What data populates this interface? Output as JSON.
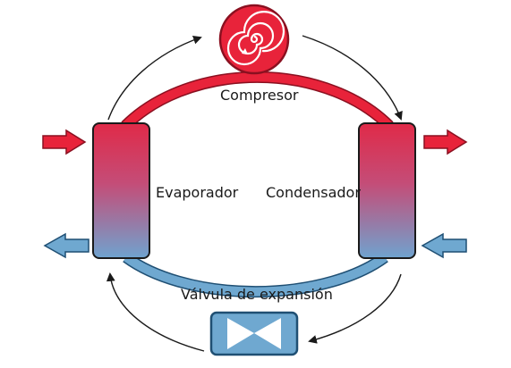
{
  "diagram": {
    "components": {
      "compressor": {
        "label": "Compresor"
      },
      "evaporator": {
        "label": "Evaporador"
      },
      "condenser": {
        "label": "Condensador"
      },
      "expansion_valve": {
        "label": "Válvula de expansión"
      }
    },
    "colors": {
      "hot": "#e8233a",
      "hot_stroke": "#8a1020",
      "cold": "#6fa8d0",
      "cold_stroke": "#1f4f73",
      "outline": "#1a1a1a"
    },
    "icons": {
      "compressor": "spiral-icon",
      "valve": "bowtie-valve-icon",
      "flow": "arrow-icon"
    }
  }
}
